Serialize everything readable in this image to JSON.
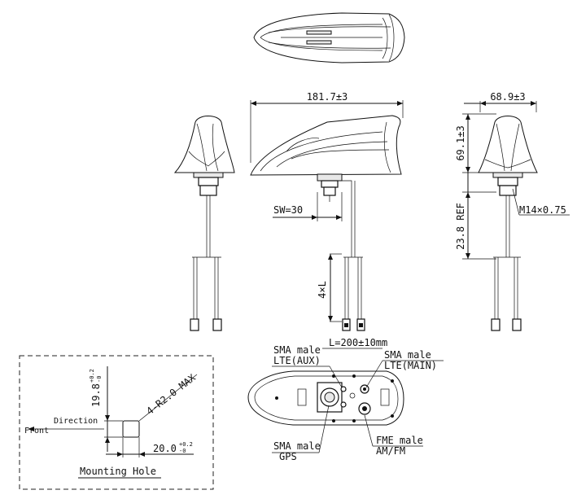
{
  "dimensions": {
    "length": "181.7±3",
    "width": "68.9±3",
    "height": "69.1±3",
    "thread": "M14×0.75",
    "ref_length": "23.8 REF",
    "spanner": "SW=30",
    "cable_count": "4×L",
    "cable_length": "L=200±10mm"
  },
  "connectors": {
    "lte_aux_type": "SMA male",
    "lte_aux_label": "LTE(AUX)",
    "lte_main_type": "SMA male",
    "lte_main_label": "LTE(MAIN)",
    "gps_type": "SMA male",
    "gps_label": "GPS",
    "am_fm_type": "FME male",
    "am_fm_label": "AM/FM"
  },
  "mounting_hole": {
    "title": "Mounting Hole",
    "corner_radius": "4-R2.0 MAX",
    "height_value": "19.8",
    "height_tol_plus": "+0.2",
    "height_tol_minus": "-0",
    "width_value": "20.0",
    "width_tol_plus": "+0.2",
    "width_tol_minus": "-0",
    "direction_label": "Direction",
    "front_label": "Front"
  }
}
